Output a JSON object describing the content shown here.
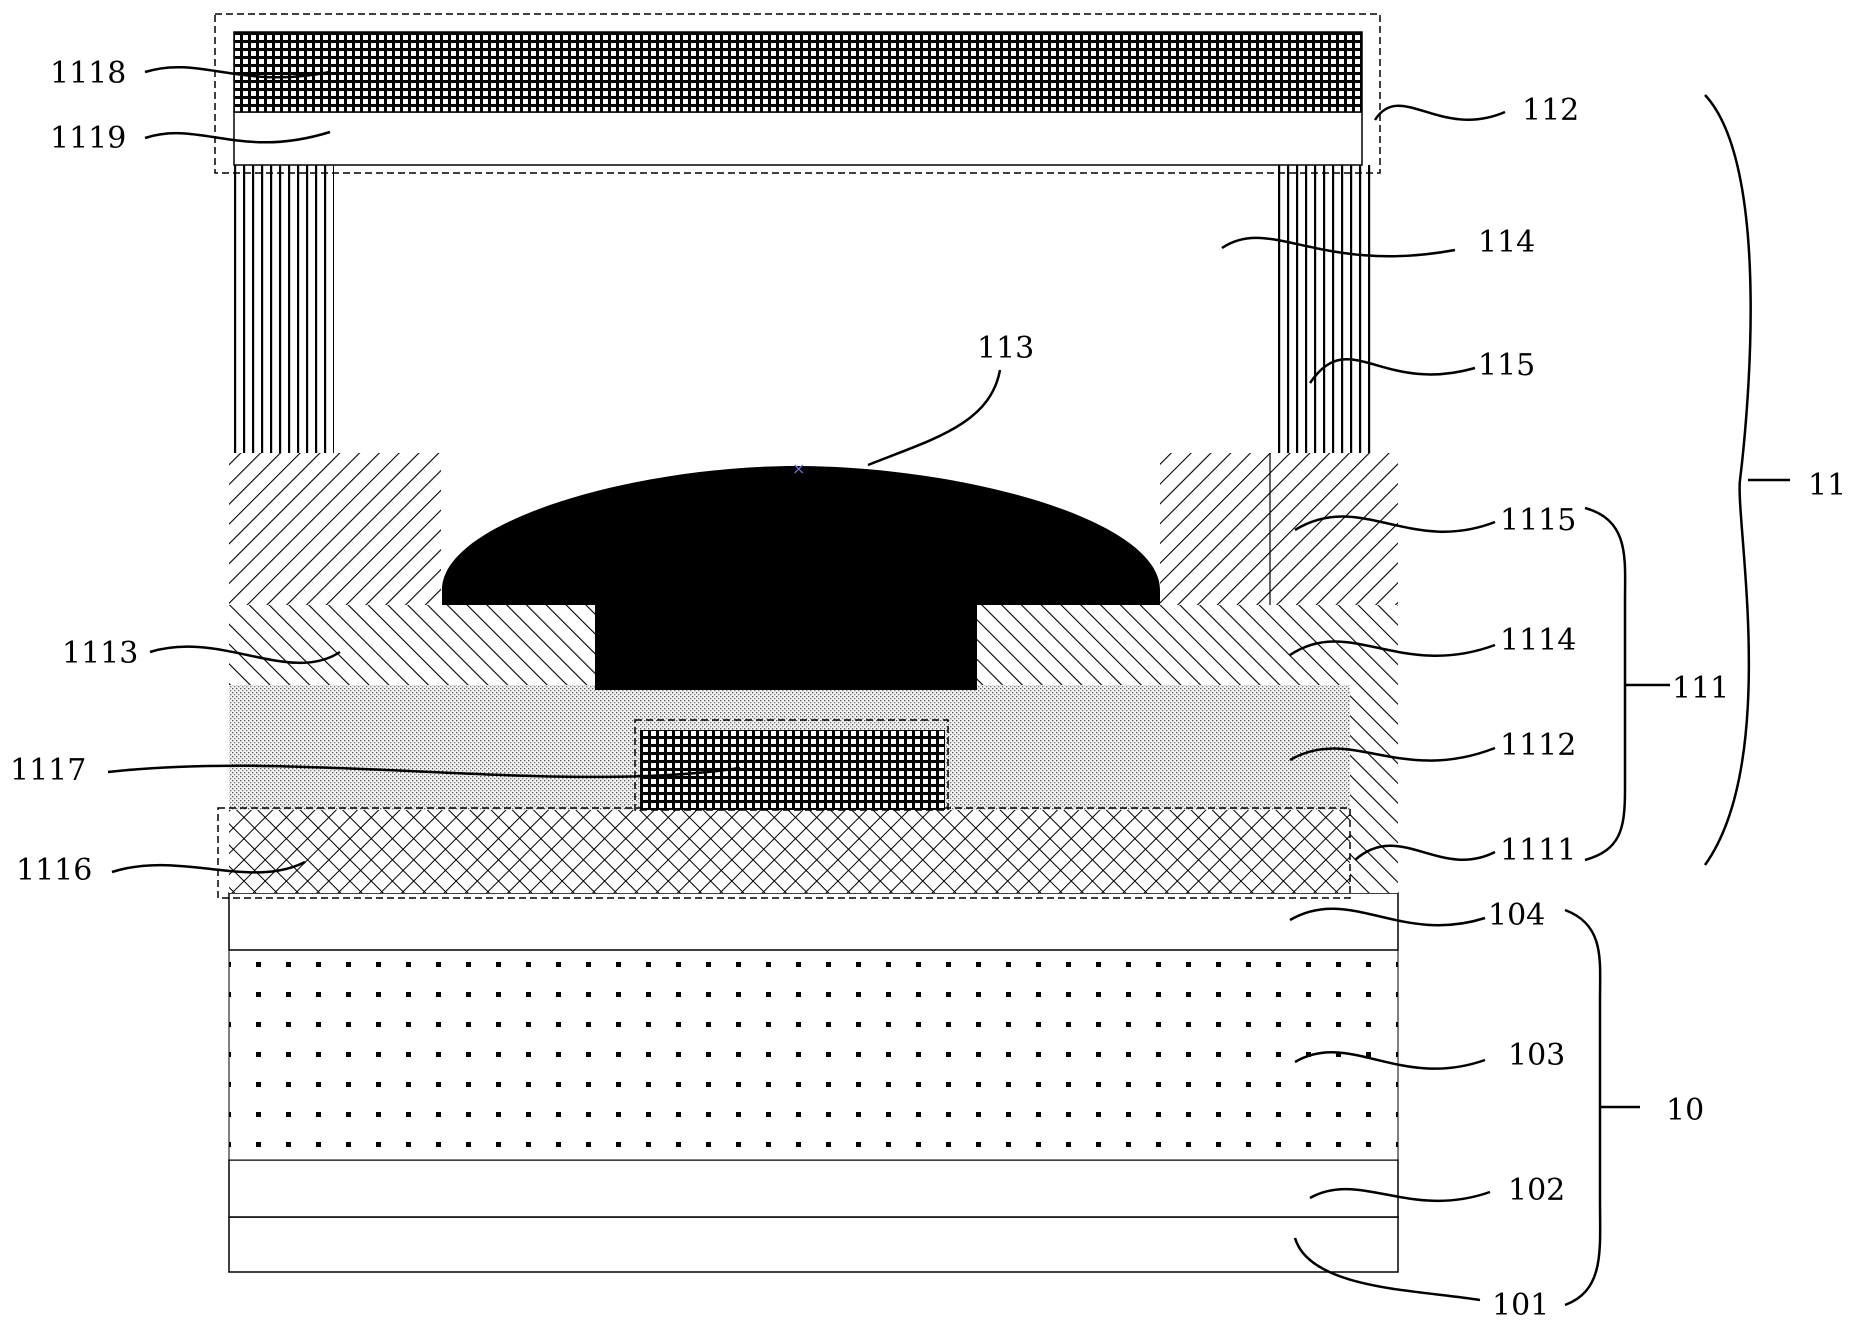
{
  "labels": {
    "l1118": "1118",
    "l1119": "1119",
    "l112": "112",
    "l114": "114",
    "l113": "113",
    "l115": "115",
    "l11": "11",
    "l1115": "1115",
    "l1113": "1113",
    "l1114": "1114",
    "l111": "111",
    "l1117": "1117",
    "l1112": "1112",
    "l1116": "1116",
    "l1111": "1111",
    "l104": "104",
    "l103": "103",
    "l10": "10",
    "l102": "102",
    "l101": "101"
  }
}
